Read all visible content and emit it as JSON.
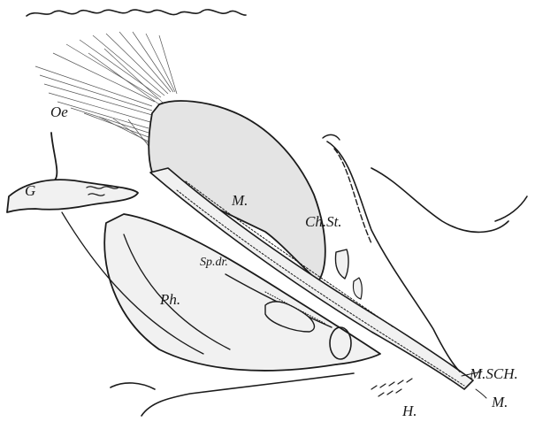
{
  "figure": {
    "labels": {
      "oe": "Oe",
      "g": "G",
      "m_upper": "M.",
      "ch_st": "Ch.St.",
      "sp_dr": "Sp.dr.",
      "ph": "Ph.",
      "m_sch": "M.SCH.",
      "h": "H.",
      "m_lower": "M."
    }
  }
}
